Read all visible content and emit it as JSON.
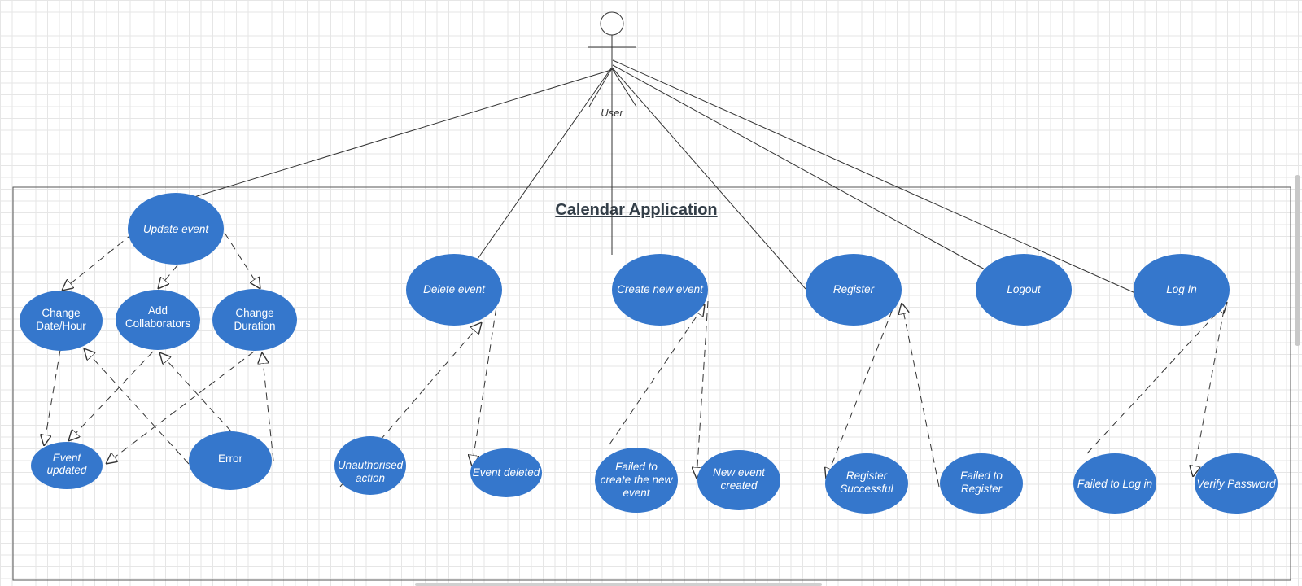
{
  "actor": {
    "label": "User"
  },
  "system": {
    "title": "Calendar Application"
  },
  "use_cases": {
    "update_event": "Update event",
    "change_date_hour": [
      "Change",
      "Date/Hour"
    ],
    "add_collaborators": [
      "Add",
      "Collaborators"
    ],
    "change_duration": [
      "Change",
      "Duration"
    ],
    "event_updated": [
      "Event",
      "updated"
    ],
    "error": "Error",
    "delete_event": "Delete event",
    "unauthorised_action": [
      "Unauthorised",
      "action"
    ],
    "event_deleted": "Event deleted",
    "create_new_event": "Create new event",
    "failed_create": [
      "Failed to",
      "create the new",
      "event"
    ],
    "new_event_created": [
      "New event",
      "created"
    ],
    "register": "Register",
    "register_successful": [
      "Register",
      "Successful"
    ],
    "failed_register": [
      "Failed to",
      "Register"
    ],
    "logout": "Logout",
    "log_in": "Log In",
    "failed_log_in": "Failed to Log in",
    "verify_password": "Verify Password"
  },
  "colors": {
    "usecase_fill": "#3577cc",
    "title_text": "#333e48"
  }
}
